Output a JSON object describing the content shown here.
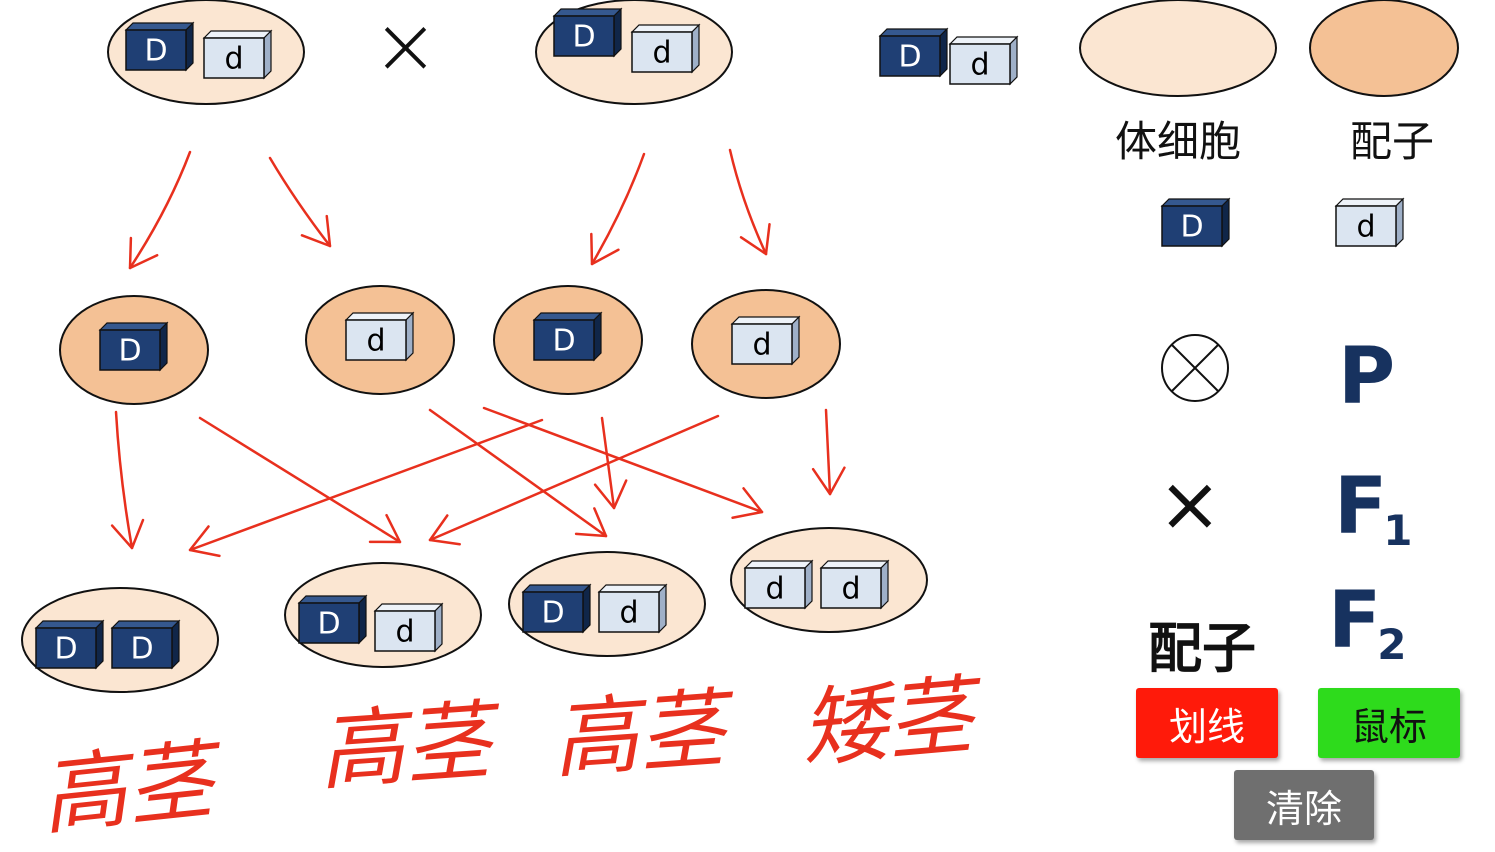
{
  "colors": {
    "somatic_fill": "#fbe6d2",
    "gamete_fill": "#f4c195",
    "dominant_block": "#1f3f74",
    "recessive_block": "#dbe5f1",
    "arrow_red": "#e8301e",
    "symbol_navy": "#17325f",
    "btn_draw": "#ff1a0a",
    "btn_mouse": "#2edb1c",
    "btn_clear": "#6f6f6f"
  },
  "diagram": {
    "cross_symbol": "×",
    "parents": [
      {
        "alleles": [
          "D",
          "d"
        ]
      },
      {
        "alleles": [
          "D",
          "d"
        ]
      }
    ],
    "gametes": [
      {
        "allele": "D"
      },
      {
        "allele": "d"
      },
      {
        "allele": "D"
      },
      {
        "allele": "d"
      }
    ],
    "offspring": [
      {
        "alleles": [
          "D",
          "D"
        ],
        "phenotype": "高茎"
      },
      {
        "alleles": [
          "D",
          "d"
        ],
        "phenotype": "高茎"
      },
      {
        "alleles": [
          "D",
          "d"
        ],
        "phenotype": "高茎"
      },
      {
        "alleles": [
          "d",
          "d"
        ],
        "phenotype": "矮茎"
      }
    ],
    "floating_pair": [
      "D",
      "d"
    ]
  },
  "palette": {
    "somatic_label": "体细胞",
    "gamete_label": "配子",
    "dominant_allele": "D",
    "recessive_allele": "d",
    "selfing_icon": "circle-cross-icon",
    "cross_icon": "cross-icon",
    "cross_symbol": "×",
    "gen_p": "P",
    "gen_f1": "F",
    "gen_f1_sub": "1",
    "gen_f2": "F",
    "gen_f2_sub": "2",
    "gamete_text": "配子",
    "buttons": {
      "draw": "划线",
      "mouse": "鼠标",
      "clear": "清除"
    }
  }
}
